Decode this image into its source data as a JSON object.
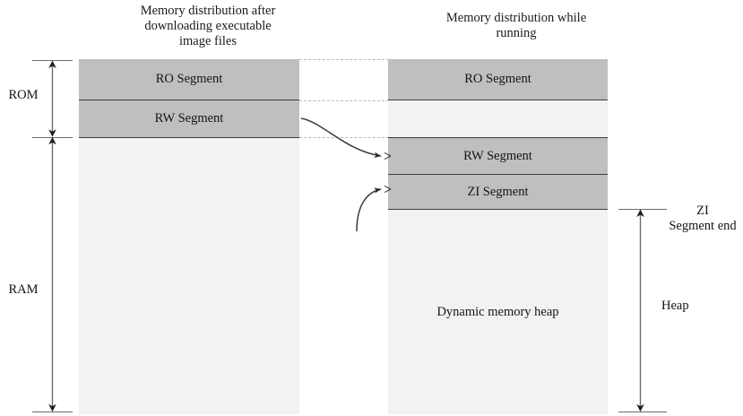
{
  "figure": {
    "titles": {
      "left": "Memory distribution after\ndownloading executable\nimage files",
      "right": "Memory distribution while\nrunning"
    },
    "colors": {
      "segment_fill": "#BFBFBF",
      "free_fill": "#F2F2F2",
      "border": "#3D3D3D",
      "dotted_connector": "#B9B9B9",
      "arrow": "#5A5A5A"
    }
  },
  "left_diagram": {
    "name": "memory distribution after downloading executable image files",
    "segments": [
      {
        "label": "RO Segment",
        "fill": "segment"
      },
      {
        "label": "RW Segment",
        "fill": "segment"
      },
      {
        "label": "",
        "fill": "free"
      }
    ]
  },
  "right_diagram": {
    "name": "memory distribution while running",
    "segments": [
      {
        "label": "RO Segment",
        "fill": "segment"
      },
      {
        "label": "",
        "fill": "free"
      },
      {
        "label": "RW Segment",
        "fill": "segment"
      },
      {
        "label": "ZI Segment",
        "fill": "segment"
      },
      {
        "label": "Dynamic memory heap",
        "fill": "free"
      }
    ]
  },
  "left_brackets": [
    {
      "label": "ROM"
    },
    {
      "label": "RAM"
    }
  ],
  "right_brackets": [
    {
      "label": "ZI\nSegment end"
    },
    {
      "label": "Heap"
    }
  ],
  "arrows": [
    {
      "name": "rw-copy-arrow",
      "from": "left RW Segment",
      "to": "right RW Segment"
    },
    {
      "name": "zi-create-arrow",
      "from": "below",
      "to": "right ZI Segment"
    }
  ]
}
